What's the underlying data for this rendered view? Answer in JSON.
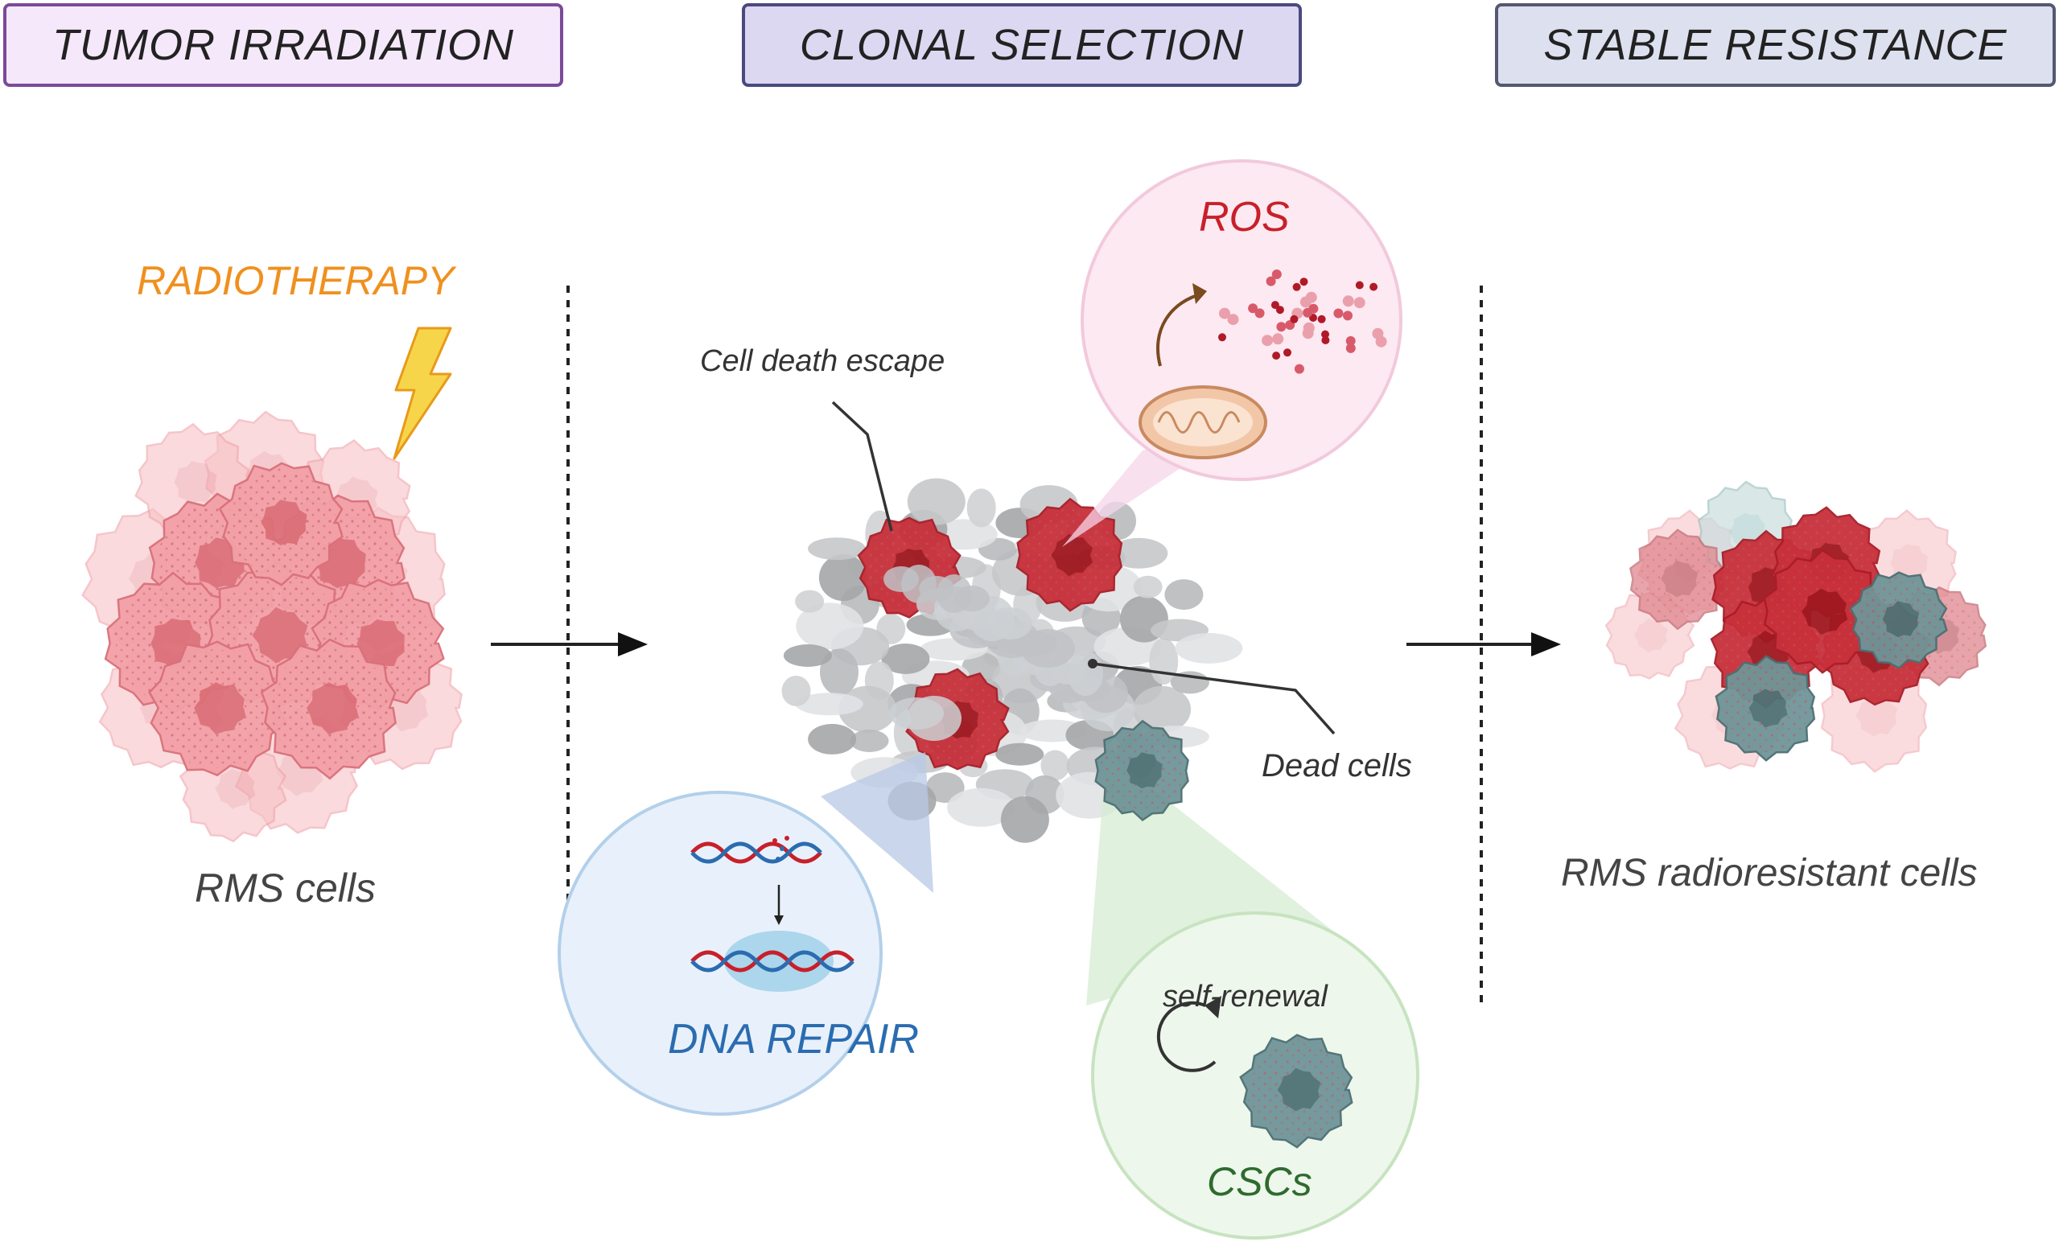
{
  "headers": {
    "tumor_irradiation": "TUMOR IRRADIATION",
    "clonal_selection": "CLONAL SELECTION",
    "stable_resistance": "STABLE RESISTANCE"
  },
  "labels": {
    "radiotherapy": "RADIOTHERAPY",
    "rms_cells": "RMS cells",
    "cell_death_escape": "Cell death escape",
    "ros": "ROS",
    "dead_cells": "Dead cells",
    "dna_repair": "DNA REPAIR",
    "self_renewal": "self-renewal",
    "cscs": "CSCs",
    "rms_radioresistant_cells": "RMS radioresistant cells"
  },
  "colors": {
    "header1_fill": "#f5e8fa",
    "header1_border": "#7a4a9a",
    "header2_fill": "#dcd8f2",
    "header2_border": "#4a4a80",
    "header3_fill": "#dde0ee",
    "header3_border": "#555870",
    "radiotherapy": "#f0901e",
    "ros": "#c8202a",
    "dna_repair": "#2b6cb0",
    "cscs": "#2e6b2e",
    "red_cell": "#c8303a",
    "pink_cell": "#f2a0a6",
    "teal_cell": "#6f9598",
    "dead_cell": "#b0b2b4"
  }
}
